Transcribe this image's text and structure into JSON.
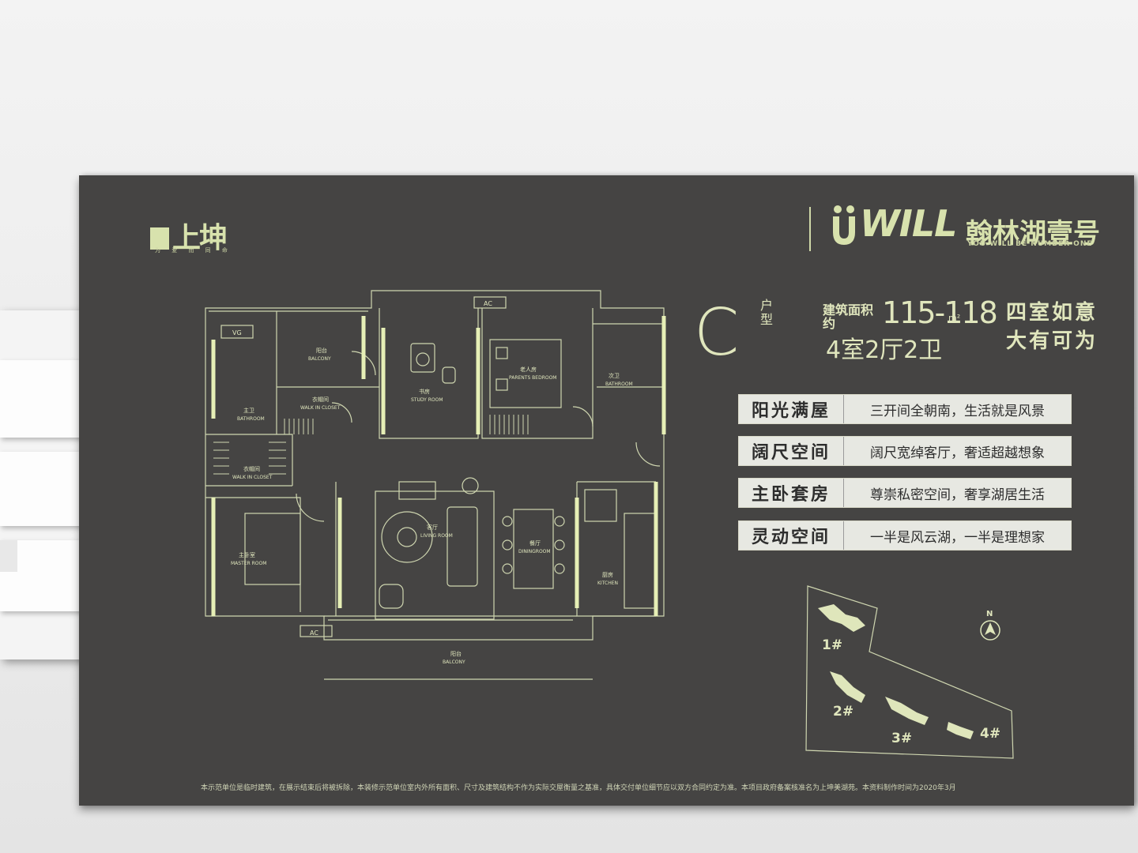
{
  "logos": {
    "developer_mark": "上坤",
    "developer_slogan": "为 爱 而 同 命",
    "project_wordmark": "WILL",
    "project_name": "翰林湖壹号",
    "project_tagline": "YOU WILL BE NUMBER ONE"
  },
  "unit": {
    "type_letter": "C",
    "type_label": "户型",
    "area_label": "建筑面积约",
    "area_value": "115-118",
    "area_unit": "m²",
    "rooms_text": "4室2厅2卫",
    "slogan_line1": "四室如意",
    "slogan_line2": "大有可为"
  },
  "features": [
    {
      "title": "阳光满屋",
      "desc": "三开间全朝南，生活就是风景"
    },
    {
      "title": "阔尺空间",
      "desc": "阔尺宽绰客厅，奢适超越想象"
    },
    {
      "title": "主卧套房",
      "desc": "尊崇私密空间，奢享湖居生活"
    },
    {
      "title": "灵动空间",
      "desc": "一半是风云湖，一半是理想家"
    }
  ],
  "floorplan": {
    "rooms": {
      "vg": "VG",
      "ac_top": "AC",
      "ac_bottom": "AC",
      "balcony_top_cn": "阳台",
      "balcony_top_en": "BALCONY",
      "walkin1_cn": "衣帽间",
      "walkin1_en": "WALK IN CLOSET",
      "study_cn": "书房",
      "study_en": "STUDY ROOM",
      "parents_cn": "老人房",
      "parents_en": "PARENTS BEDROOM",
      "bath2_cn": "次卫",
      "bath2_en": "BATHROOM",
      "bath1_cn": "主卫",
      "bath1_en": "BATHROOM",
      "walkin2_cn": "衣帽间",
      "walkin2_en": "WALK IN CLOSET",
      "master_cn": "主卧室",
      "master_en": "MASTER ROOM",
      "living_cn": "客厅",
      "living_en": "LIVING ROOM",
      "dining_cn": "餐厅",
      "dining_en": "DININGROOM",
      "kitchen_cn": "厨房",
      "kitchen_en": "KITCHEN",
      "balcony_bottom_cn": "阳台",
      "balcony_bottom_en": "BALCONY"
    }
  },
  "siteplan": {
    "north": "N",
    "buildings": [
      "1#",
      "2#",
      "3#",
      "4#"
    ]
  },
  "disclaimer": "本示范单位是临时建筑，在展示结束后将被拆除，本装修示范单位室内外所有面积、尺寸及建筑结构不作为实际交屋衡量之基准，具体交付单位细节应以双方合同约定为准。本项目政府备案核准名为上坤美湖苑。本资料制作时间为2020年3月"
}
